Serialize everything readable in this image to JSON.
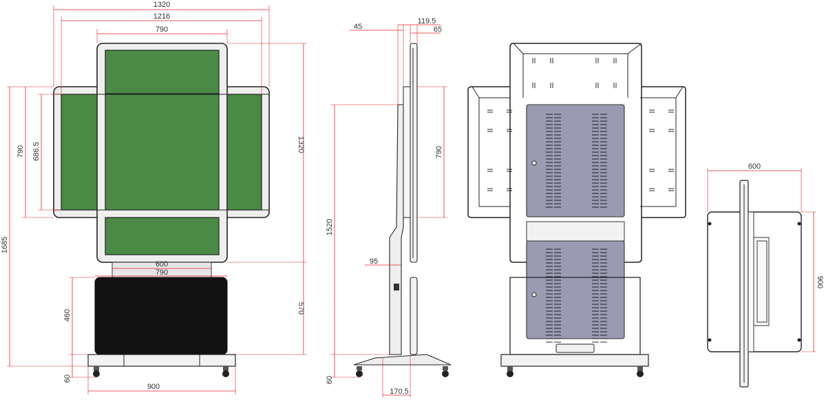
{
  "colors": {
    "dimension_line": "#e8222a",
    "screen_green": "#4a8a44",
    "panel_purple": "#9a9ab3",
    "frame_grey": "#eeeeee",
    "cabinet_black": "#111111"
  },
  "front_view": {
    "dims": {
      "overall_width": "1320",
      "bezel_width": "1216",
      "top_panel_width": "790",
      "panel_height": "790",
      "screen_height": "686.5",
      "total_height": "1685",
      "overall_height": "1320",
      "neck_width": "600",
      "cabinet_width": "790",
      "cabinet_height": "460",
      "cabinet_drop": "570",
      "base_height": "60",
      "base_width": "900"
    }
  },
  "side_view": {
    "dims": {
      "offset_a": "45",
      "depth": "119.5",
      "offset_b": "65",
      "panel_height": "790",
      "pole_height": "1520",
      "pole_width": "95",
      "base_height": "60",
      "foot_depth": "170.5"
    }
  },
  "top_view": {
    "dims": {
      "width": "600",
      "depth": "900"
    }
  }
}
